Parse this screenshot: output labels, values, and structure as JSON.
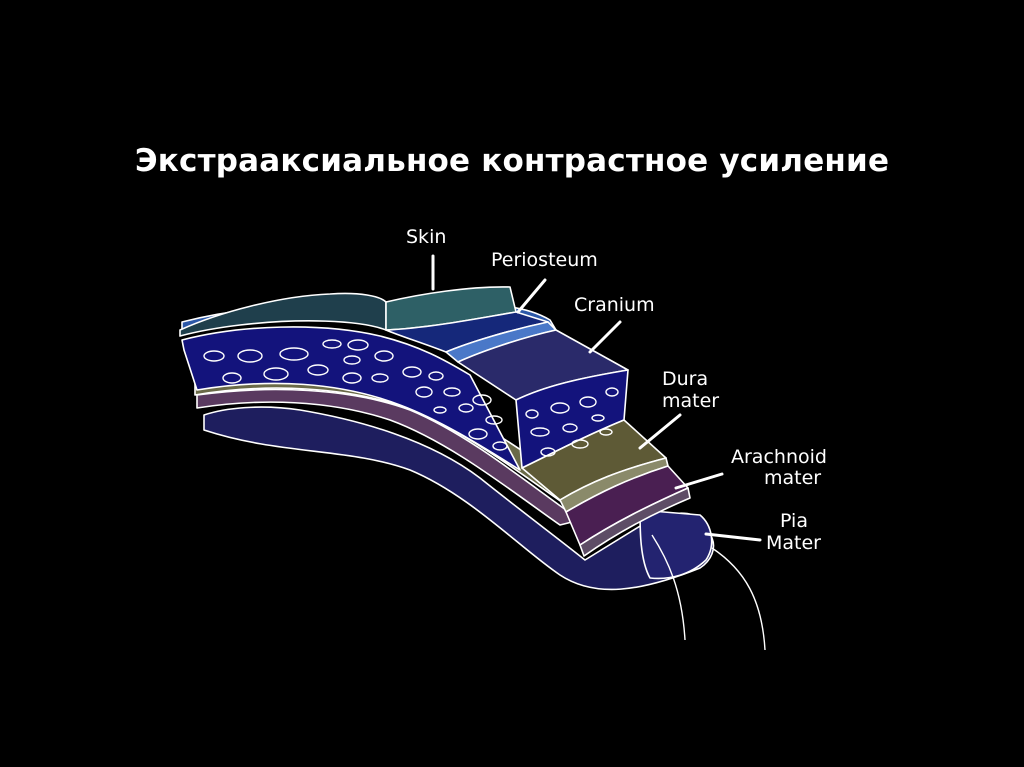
{
  "title": "Экстрааксиальное контрастное усиление",
  "layers": [
    {
      "id": "skin",
      "label_lines": [
        "Skin"
      ],
      "color": "#2a5a60"
    },
    {
      "id": "periosteum",
      "label_lines": [
        "Periosteum"
      ],
      "color": "#2f5fb0"
    },
    {
      "id": "cranium",
      "label_lines": [
        "Cranium"
      ],
      "color": "#12127a"
    },
    {
      "id": "dura",
      "label_lines": [
        "Dura",
        "mater"
      ],
      "color": "#6a6a40"
    },
    {
      "id": "arachnoid",
      "label_lines": [
        "Arachnoid",
        "mater"
      ],
      "color": "#4a1f52"
    },
    {
      "id": "pia",
      "label_lines": [
        "Pia",
        "Mater"
      ],
      "color": "#1a1a5c"
    }
  ]
}
